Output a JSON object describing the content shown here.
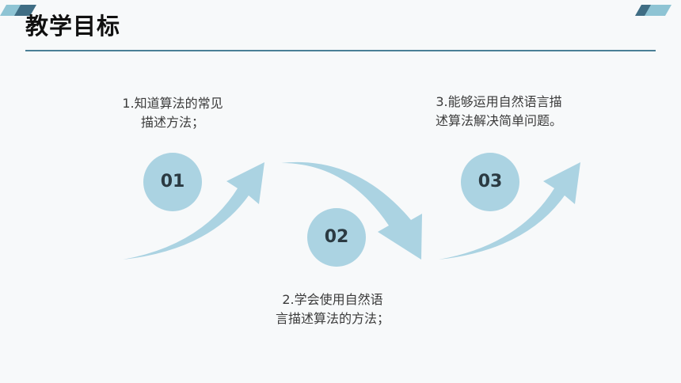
{
  "title": "教学目标",
  "steps": [
    {
      "number": "01",
      "line1": "1.知道算法的常见",
      "line2": "描述方法；"
    },
    {
      "number": "02",
      "line1": "2.学会使用自然语",
      "line2": "言描述算法的方法；"
    },
    {
      "number": "03",
      "line1": "3.能够运用自然语言描",
      "line2": "述算法解决简单问题。"
    }
  ],
  "colors": {
    "accent": "#abd3e2",
    "rule": "#4a7f96",
    "deco_dark": "#3f6d84",
    "deco_light": "#8ec4d4"
  }
}
